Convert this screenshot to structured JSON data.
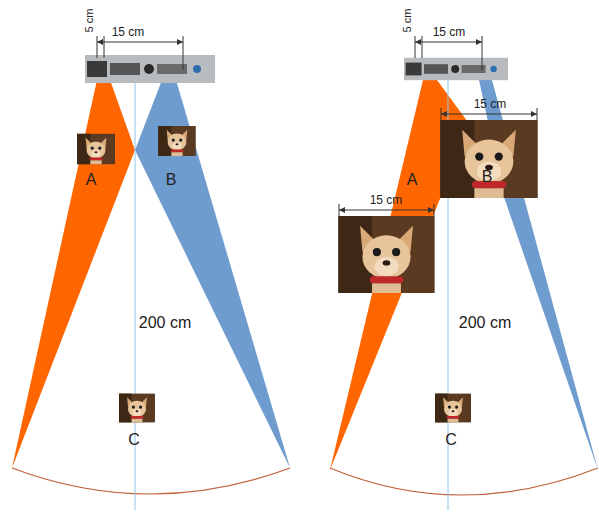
{
  "diagram": {
    "labels": [
      "5 cm",
      "15 cm",
      "A",
      "B",
      "200 cm",
      "C",
      "5 cm",
      "15 cm",
      "15 cm",
      "A",
      "B",
      "15 cm",
      "200 cm",
      "C"
    ]
  }
}
